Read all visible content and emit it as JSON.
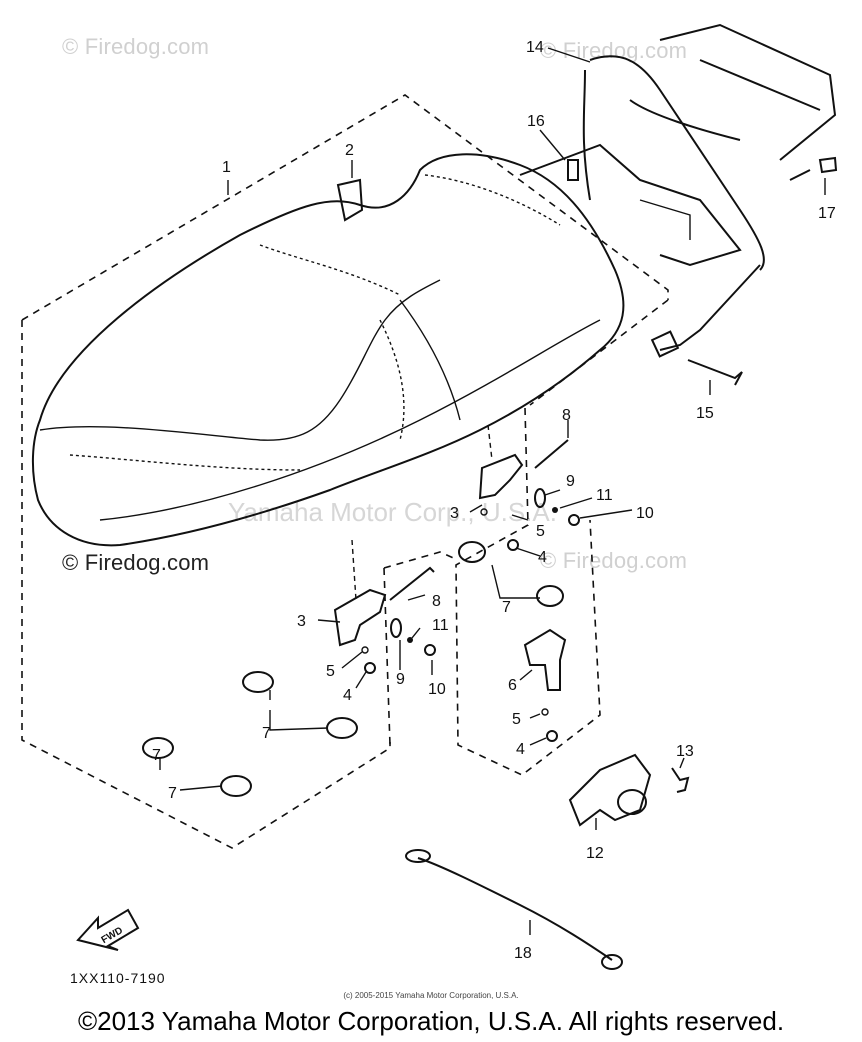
{
  "watermarks": {
    "firedog_top_left": "© Firedog.com",
    "firedog_top_right": "© Firedog.com",
    "firedog_mid_left": "© Firedog.com",
    "firedog_mid_right": "© Firedog.com",
    "yamaha_center": "Yamaha Motor Corp., U.S.A."
  },
  "callouts": {
    "c1": "1",
    "c2": "2",
    "c3a": "3",
    "c3b": "3",
    "c4a": "4",
    "c4b": "4",
    "c4c": "4",
    "c5a": "5",
    "c5b": "5",
    "c5c": "5",
    "c6": "6",
    "c7a": "7",
    "c7b": "7",
    "c7c": "7",
    "c7d": "7",
    "c8a": "8",
    "c8b": "8",
    "c9a": "9",
    "c9b": "9",
    "c10a": "10",
    "c10b": "10",
    "c11a": "11",
    "c11b": "11",
    "c12": "12",
    "c13": "13",
    "c14": "14",
    "c15": "15",
    "c16": "16",
    "c17": "17",
    "c18": "18"
  },
  "fwd_label": "FWD",
  "diagram_code": "1XX110-7190",
  "copyright_small": "(c) 2005-2015 Yamaha Motor Corporation, U.S.A.",
  "copyright_main": "©2013 Yamaha Motor Corporation, U.S.A. All rights reserved."
}
